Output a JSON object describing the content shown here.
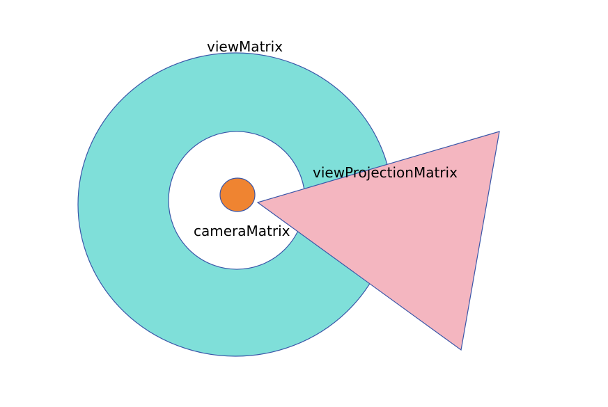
{
  "diagram": {
    "labels": {
      "outer_ring": "viewMatrix",
      "inner_dot": "cameraMatrix",
      "frustum": "viewProjectionMatrix"
    },
    "colors": {
      "ring_fill": "#7fdfd9",
      "ring_stroke": "#3a56a8",
      "dot_fill": "#ef8431",
      "frustum_fill": "#f4b6c0",
      "background": "#ffffff"
    }
  }
}
